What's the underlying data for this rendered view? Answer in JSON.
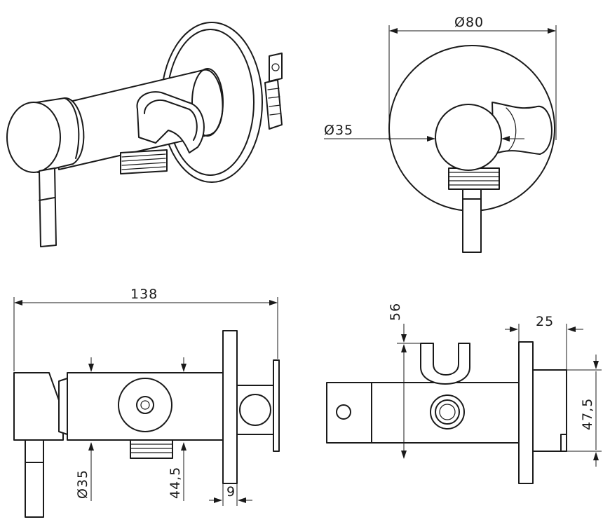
{
  "dimensions": {
    "rosette_diameter": "Ø80",
    "body_diameter_front": "Ø35",
    "overall_length": "138",
    "body_diameter_side": "Ø35",
    "outlet_offset": "44,5",
    "rosette_thickness": "9",
    "holder_height": "56",
    "holder_projection": "25",
    "body_height": "47,5"
  }
}
